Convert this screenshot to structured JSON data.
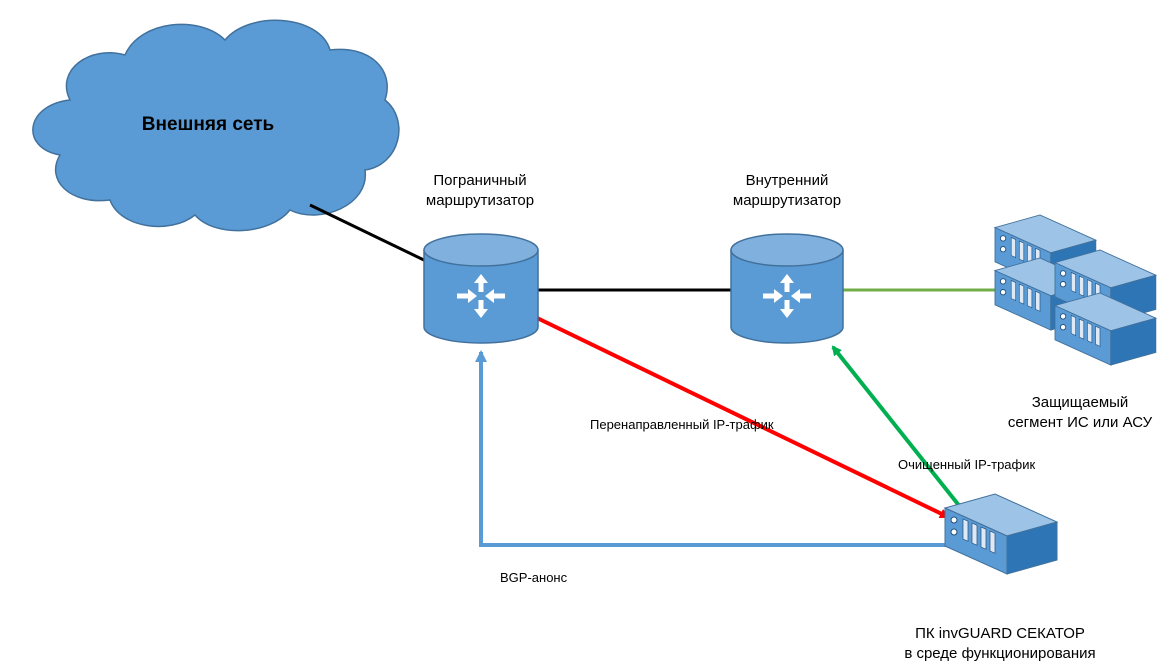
{
  "cloud": {
    "label": "Внешняя сеть"
  },
  "border_router": {
    "label_line1": "Пограничный",
    "label_line2": "маршрутизатор"
  },
  "internal_router": {
    "label_line1": "Внутренний",
    "label_line2": "маршрутизатор"
  },
  "protected_segment": {
    "label_line1": "Защищаемый",
    "label_line2": "сегмент ИС или АСУ"
  },
  "appliance": {
    "label_line1": "ПК invGUARD СЕКАТОР",
    "label_line2": "в среде функционирования"
  },
  "links": {
    "redirected": "Перенаправленный IP-трафик",
    "cleaned": "Очищенный IP-трафик",
    "bgp": "BGP-анонс"
  },
  "colors": {
    "device_blue": "#5b9bd5",
    "device_dark": "#41719c",
    "redirect_red": "#ff0000",
    "clean_green": "#00b050",
    "bgp_blue": "#5b9bd5",
    "segment_green": "#70ad47",
    "link_black": "#000000"
  }
}
